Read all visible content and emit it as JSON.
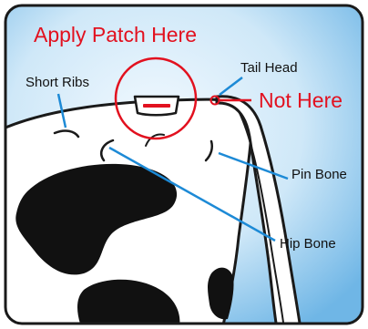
{
  "labels": {
    "apply_patch": "Apply Patch Here",
    "not_here": "Not Here",
    "short_ribs": "Short Ribs",
    "tail_head": "Tail Head",
    "pin_bone": "Pin Bone",
    "hip_bone": "Hip Bone"
  },
  "colors": {
    "highlight_red": "#e2111f",
    "pointer_blue": "#1d8ad6",
    "outline": "#1a1a1a",
    "spot_black": "#111111",
    "sky_light": "#eaf5fd",
    "sky_dark": "#6fb6e6"
  },
  "icons": {
    "patch": "patch-icon",
    "target_circle": "target-circle-icon",
    "no_marker": "small-circle-marker-icon"
  }
}
